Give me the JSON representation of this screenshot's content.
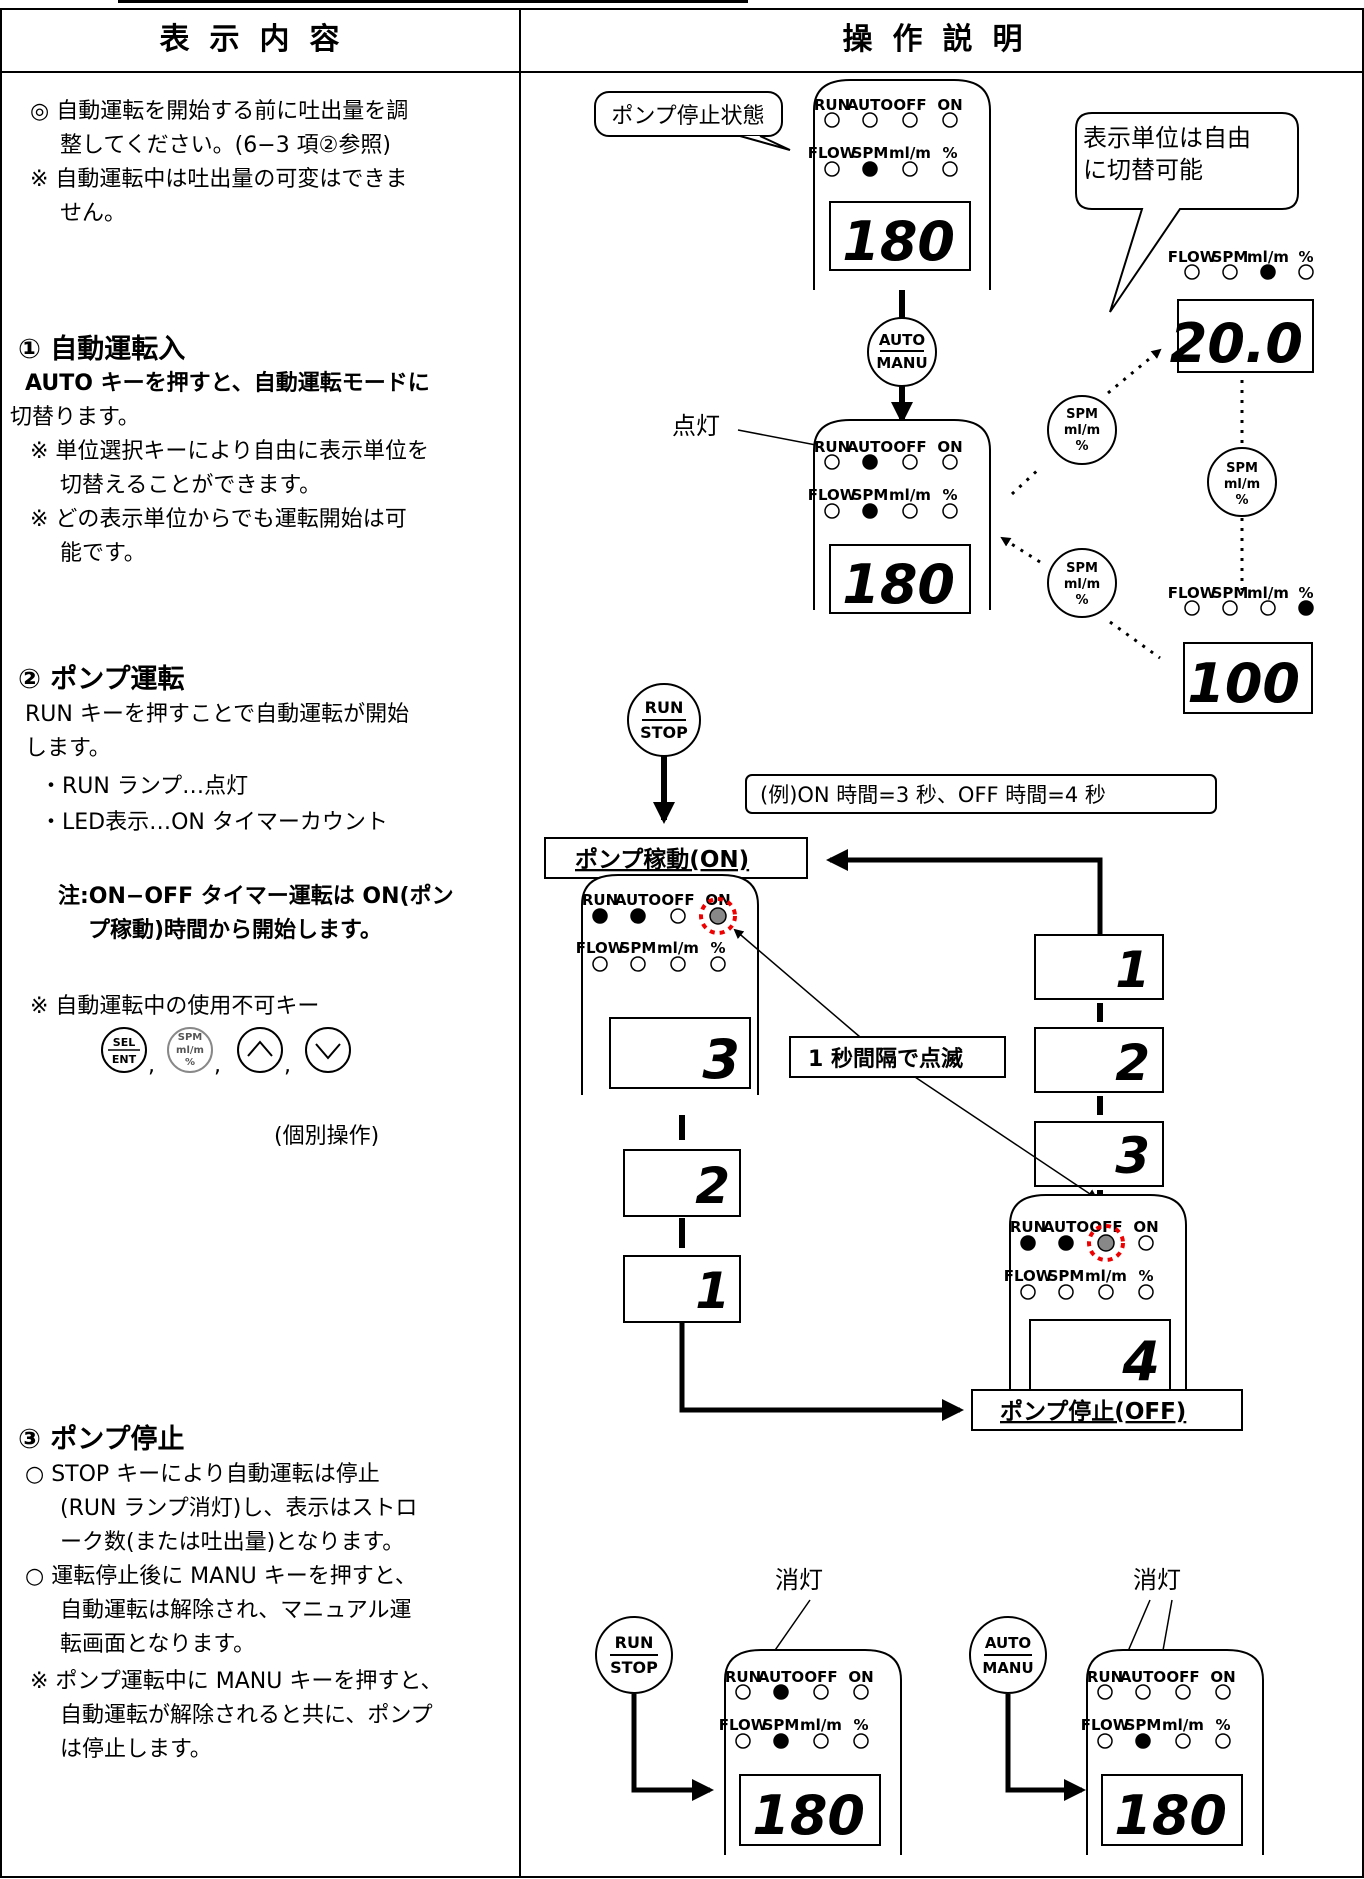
{
  "header": {
    "left": "表示内容",
    "right": "操作説明"
  },
  "left": {
    "intro": [
      "◎ 自動運転を開始する前に吐出量を調",
      "整してください。(6−3 項②参照)",
      "※ 自動運転中は吐出量の可変はできま",
      "せん。"
    ],
    "s1_title": "① 自動運転入",
    "s1_lines": [
      "AUTO キーを押すと、自動運転モードに",
      "切替ります。",
      "※ 単位選択キーにより自由に表示単位を",
      "切替えることができます。",
      "※ どの表示単位からでも運転開始は可",
      "能です。"
    ],
    "s2_title": "② ポンプ運転",
    "s2_lines": [
      "RUN キーを押すことで自動運転が開始",
      "します。",
      "・RUN ランプ…点灯",
      "・LED表示…ON タイマーカウント"
    ],
    "s2_note1": "注:ON−OFF タイマー運転は ON(ポン",
    "s2_note2": "プ稼動)時間から開始します。",
    "s2_unusable": "※ 自動運転中の使用不可キー",
    "s2_individual": "(個別操作)",
    "s3_title": "③ ポンプ停止",
    "s3_lines": [
      "○ STOP キーにより自動運転は停止",
      "(RUN ランプ消灯)し、表示はストロ",
      "ーク数(または吐出量)となります。",
      "○ 運転停止後に MANU キーを押すと、",
      "自動運転は解除され、マニュアル運",
      "転画面となります。",
      "※ ポンプ運転中に MANU キーを押すと、",
      "自動運転が解除されると共に、ポンプ",
      "は停止します。"
    ]
  },
  "right": {
    "callout_stop": "ポンプ停止状態",
    "callout_unit1": "表示単位は自由",
    "callout_unit2": "に切替可能",
    "label_on": "点灯",
    "example": "(例)ON 時間=3 秒、OFF 時間=4 秒",
    "pump_on": "ポンプ稼動(ON)",
    "pump_off": "ポンプ停止(OFF)",
    "blink": "1 秒間隔で点滅",
    "label_off1": "消灯",
    "label_off2": "消灯"
  },
  "panel": {
    "lamps_top": [
      "RUN",
      "AUTO",
      "OFF",
      "ON"
    ],
    "lamps_bottom": [
      "FLOW",
      "SPM",
      "ml/m",
      "%"
    ]
  },
  "keys": {
    "auto": "AUTO",
    "manu": "MANU",
    "run": "RUN",
    "stop": "STOP",
    "spm": "SPM",
    "mlm": "ml/m",
    "pct": "%",
    "sel": "SEL",
    "ent": "ENT"
  },
  "displays": {
    "d1": "180",
    "d2": "180",
    "d_ml": "20.0",
    "d_pct": "100",
    "c3": "3",
    "c2": "2",
    "c1": "1",
    "r1": "1",
    "r2": "2",
    "r3": "3",
    "off4": "4",
    "b1": "180",
    "b2": "180"
  }
}
